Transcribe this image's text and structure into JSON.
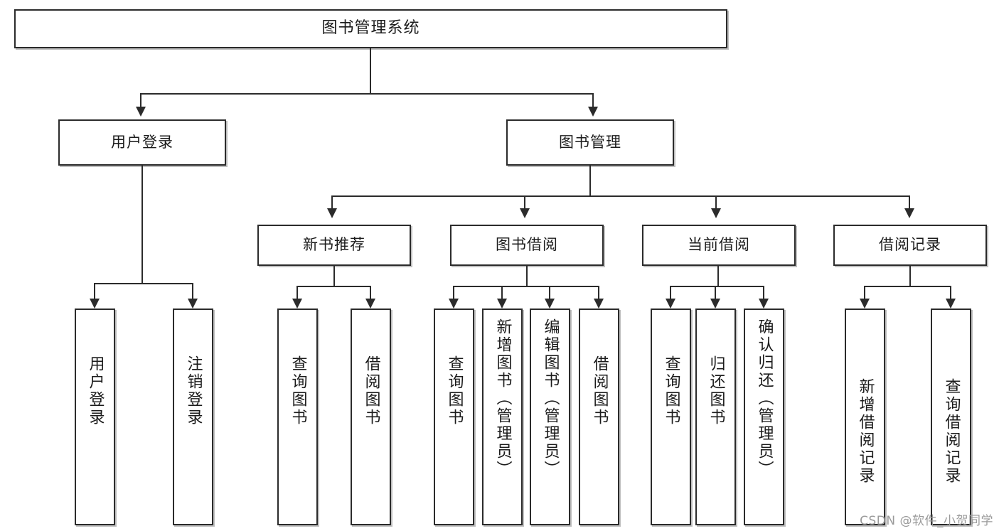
{
  "diagram": {
    "type": "tree",
    "title": "图书管理系统",
    "root": {
      "label": "图书管理系统"
    },
    "level2": [
      {
        "label": "用户登录"
      },
      {
        "label": "图书管理"
      }
    ],
    "level3": [
      {
        "label": "新书推荐"
      },
      {
        "label": "图书借阅"
      },
      {
        "label": "当前借阅"
      },
      {
        "label": "借阅记录"
      }
    ],
    "leaves": {
      "user_login": [
        {
          "label": "用户登录"
        },
        {
          "label": "注销登录"
        }
      ],
      "new_book_recommend": [
        {
          "label": "查询图书"
        },
        {
          "label": "借阅图书"
        }
      ],
      "book_borrow": [
        {
          "label": "查询图书"
        },
        {
          "label": "新增图书（管理员）"
        },
        {
          "label": "编辑图书（管理员）"
        },
        {
          "label": "借阅图书"
        }
      ],
      "current_borrow": [
        {
          "label": "查询图书"
        },
        {
          "label": "归还图书"
        },
        {
          "label": "确认归还（管理员）"
        }
      ],
      "borrow_record": [
        {
          "label": "新增借阅记录"
        },
        {
          "label": "查询借阅记录"
        }
      ]
    }
  },
  "watermark": {
    "text": "CSDN @软件_小贺同学"
  },
  "colors": {
    "stroke": "#2b2b2b",
    "fill": "#ffffff",
    "shadow": "#aaaaaa",
    "watermark": "#9a9a9a"
  }
}
